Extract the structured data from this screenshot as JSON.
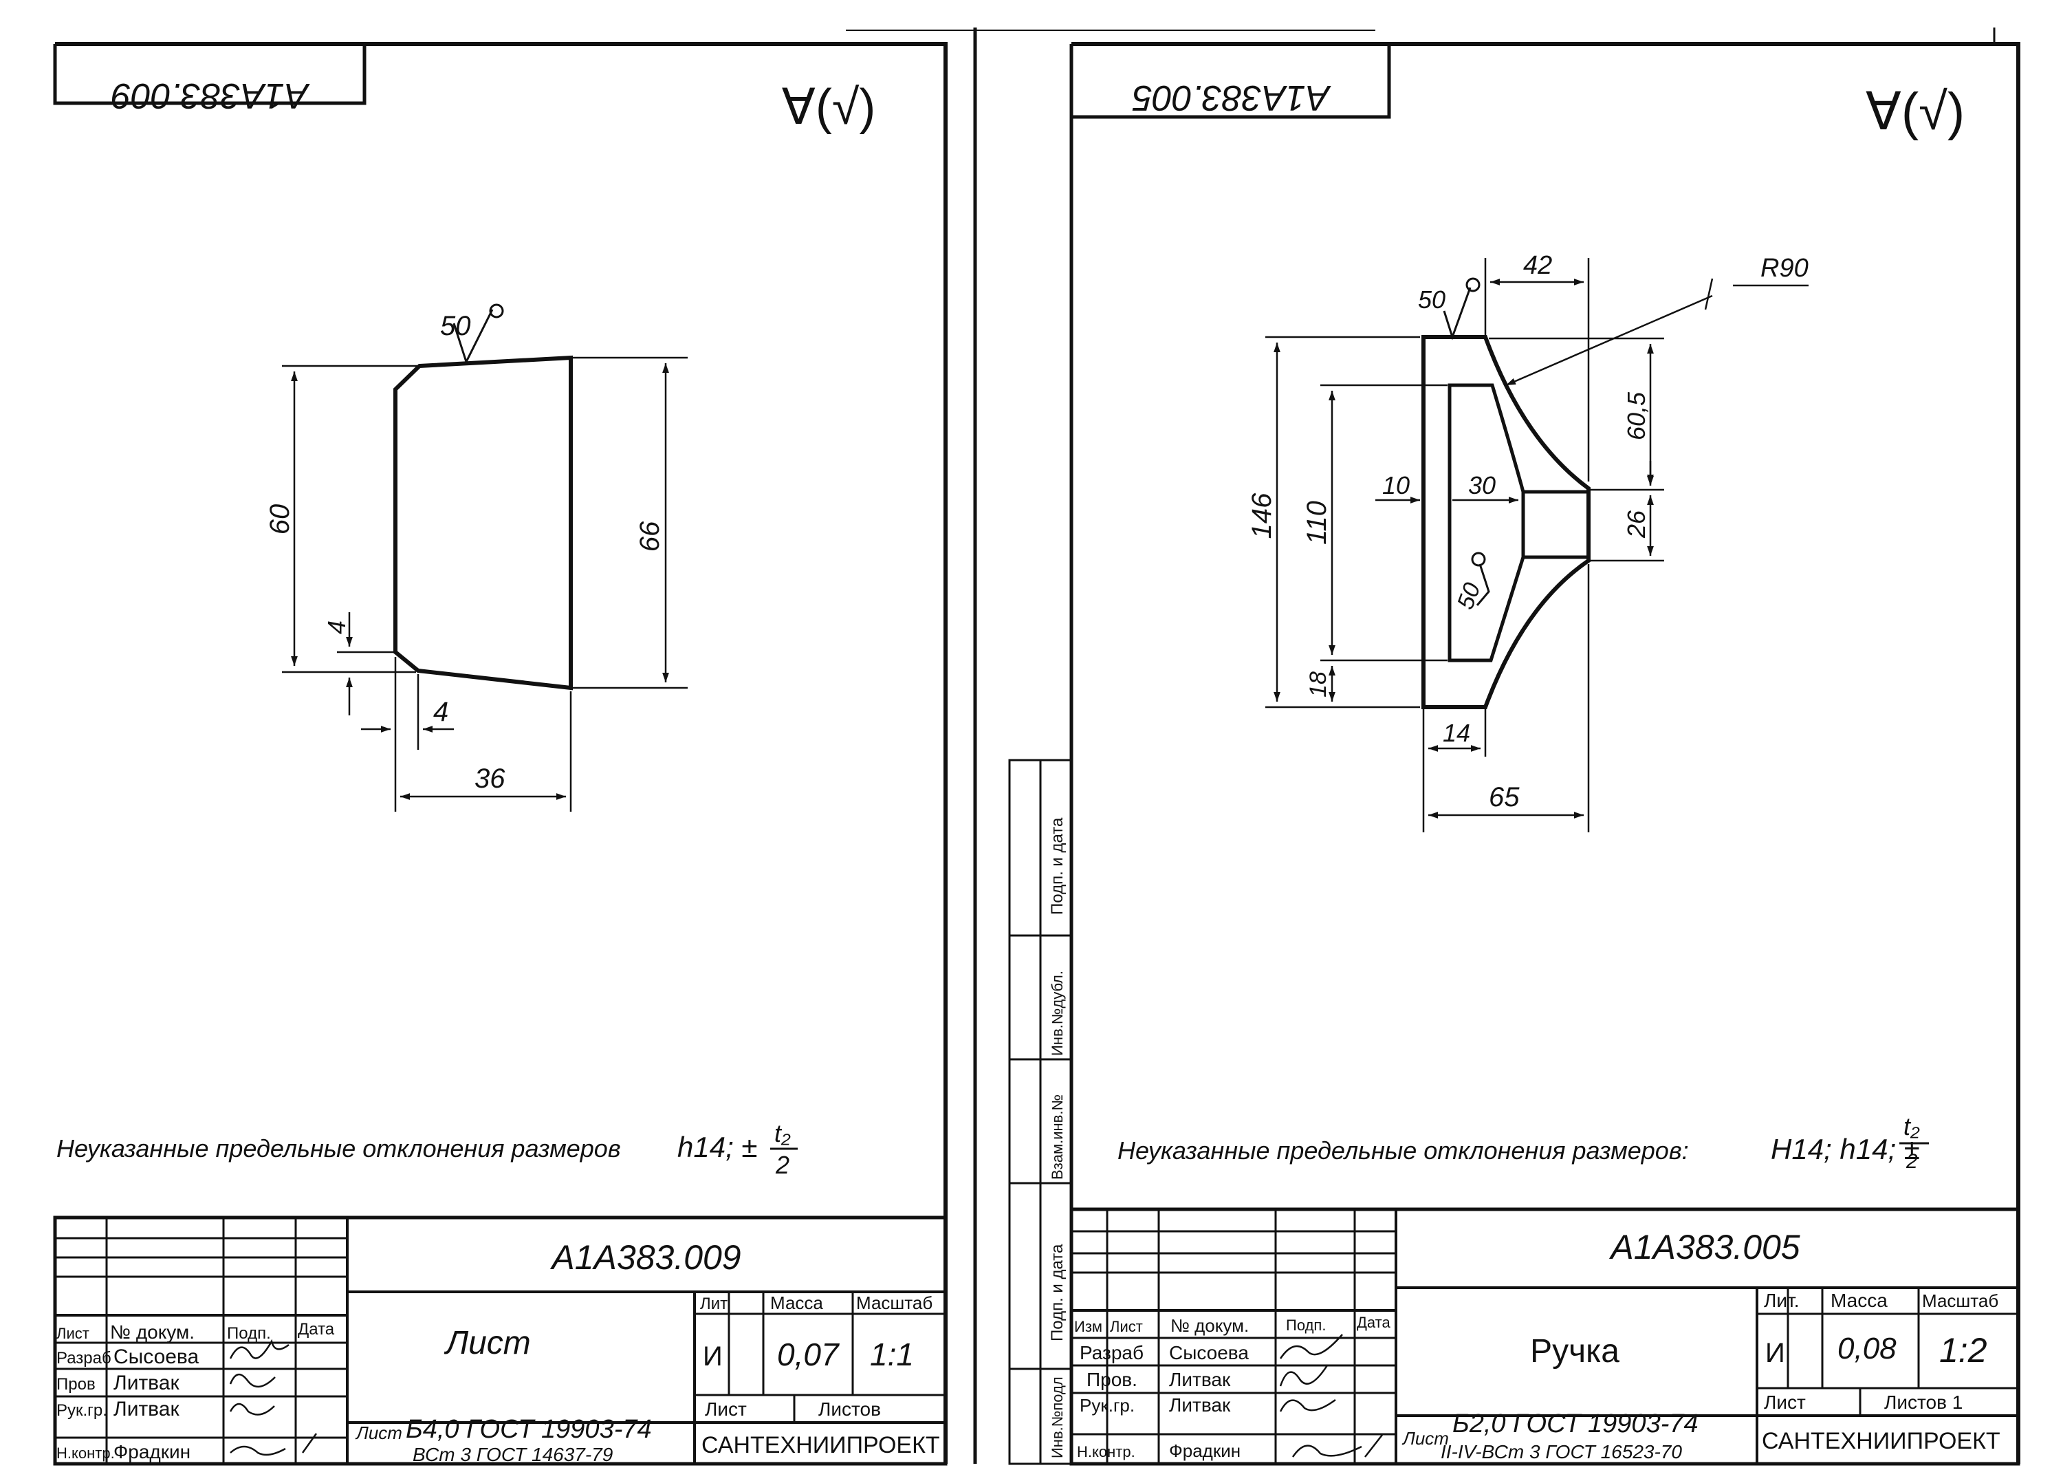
{
  "left_sheet": {
    "mirrored_stamp": "A1A383.009",
    "roughness_symbol": "∀(√)",
    "dims": {
      "roughness_top": "50",
      "height_left": "60",
      "height_right": "66",
      "chamfer_v": "4",
      "chamfer_h": "4",
      "width": "36"
    },
    "note_prefix": "Неуказанные предельные отклонения размеров",
    "note_tol": "h14; ±",
    "note_num": "t₂",
    "note_den": "2",
    "title_block": {
      "doc_number": "A1A383.009",
      "part_name": "Лист",
      "hdr_lit": "Лит",
      "hdr_mass": "Масса",
      "hdr_scale": "Масштаб",
      "lit_value": "И",
      "mass": "0,07",
      "scale": "1:1",
      "sheet_label": "Лист",
      "sheets_label": "Листов",
      "col_sheet": "Лист",
      "col_doc": "№ докум.",
      "col_sign": "Подп.",
      "col_date": "Дата",
      "rows": [
        {
          "role": "Разраб",
          "name": "Сысоева"
        },
        {
          "role": "Пров",
          "name": "Литвак"
        },
        {
          "role": "Рук.гр.",
          "name": "Литвак"
        },
        {
          "role": "Н.контр.",
          "name": "Фрадкин"
        }
      ],
      "material_label": "Лист",
      "material_line1": "Б4,0 ГОСТ 19903-74",
      "material_line2": "ВСт 3 ГОСТ 14637-79",
      "organization": "САНТЕХНИИПРОЕКТ"
    }
  },
  "right_sheet": {
    "mirrored_stamp": "A1A383.005",
    "roughness_symbol": "∀(√)",
    "dims": {
      "roughness_top": "50",
      "width_top": "42",
      "radius": "R90",
      "height_total": "146",
      "height_inner": "110",
      "height_upper": "60,5",
      "dim_10": "10",
      "dim_30": "30",
      "dim_26": "26",
      "roughness_inner": "50",
      "dim_18": "18",
      "dim_14": "14",
      "width_total": "65"
    },
    "note_prefix": "Неуказанные предельные отклонения размеров:",
    "note_tol": "H14; h14; ±",
    "note_num": "t₂",
    "note_den": "2",
    "side_strip": [
      "Инв.№подл",
      "Подп. и дата",
      "Взам.инв.№",
      "Инв.№дубл.",
      "Подп. и дата"
    ],
    "title_block": {
      "doc_number": "A1A383.005",
      "part_name": "Ручка",
      "hdr_lit": "Лит.",
      "hdr_mass": "Масса",
      "hdr_scale": "Масштаб",
      "lit_value": "И",
      "mass": "0,08",
      "scale": "1:2",
      "sheet_label": "Лист",
      "sheets_label": "Листов 1",
      "col_change": "Изм",
      "col_sheet": "Лист",
      "col_doc": "№ докум.",
      "col_sign": "Подп.",
      "col_date": "Дата",
      "rows": [
        {
          "role": "Разраб",
          "name": "Сысоева"
        },
        {
          "role": "Пров.",
          "name": "Литвак"
        },
        {
          "role": "Рук.гр.",
          "name": "Литвак"
        },
        {
          "role": "Н.контр.",
          "name": "Фрадкин"
        }
      ],
      "material_label": "Лист",
      "material_line1": "Б2,0 ГОСТ 19903-74",
      "material_line2": "II-IV-ВСт 3 ГОСТ 16523-70",
      "organization": "САНТЕХНИИПРОЕКТ"
    }
  }
}
